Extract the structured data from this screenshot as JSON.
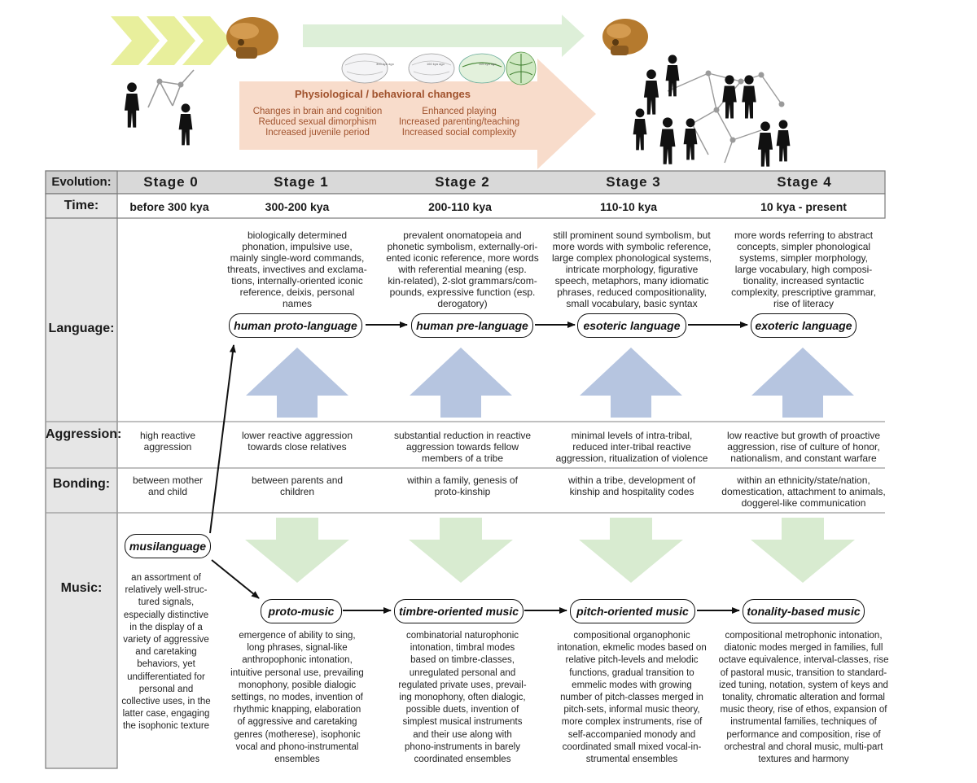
{
  "colors": {
    "header_bg": "#d9d9d9",
    "rowlabel_bg": "#e6e6e6",
    "blue_arrow": "#b6c5e0",
    "green_arrow": "#d8ebd0",
    "top_green": "#ddefd8",
    "chevron": "#e8ef9c",
    "peach": "#f8dccb",
    "phys_text": "#a0522d",
    "figure": "#111111"
  },
  "icons": [
    "skull-icon",
    "brain-scans-icon",
    "human-silhouette-icon",
    "network-icon"
  ],
  "phys": {
    "title": "Physiological / behavioral changes",
    "left": [
      "Changes in brain and cognition",
      "Reduced sexual dimorphism",
      "Increased juvenile period"
    ],
    "right": [
      "Enhanced playing",
      "Increased parenting/teaching",
      "Increased social complexity"
    ]
  },
  "brain_labels": [
    "300 kya ago",
    "160 kya ago",
    "115 kya ago"
  ],
  "row_labels": {
    "evolution": "Evolution:",
    "time": "Time:",
    "language": "Language:",
    "aggression": "Aggression:",
    "bonding": "Bonding:",
    "music": "Music:"
  },
  "stages": [
    "Stage 0",
    "Stage 1",
    "Stage 2",
    "Stage 3",
    "Stage 4"
  ],
  "times": [
    "before 300 kya",
    "300-200 kya",
    "200-110 kya",
    "110-10 kya",
    "10 kya - present"
  ],
  "language": {
    "s1": [
      "biologically determined",
      "phonation, impulsive use,",
      "mainly single-word commands,",
      "threats, invectives and exclama-",
      "tions, internally-oriented iconic",
      "reference, deixis, personal",
      "names"
    ],
    "s2": [
      "prevalent onomatopeia and",
      "phonetic symbolism, externally-ori-",
      "ented iconic reference, more words",
      "with referential meaning (esp.",
      "kin-related), 2-slot grammars/com-",
      "pounds, expressive function (esp.",
      "derogatory)"
    ],
    "s3": [
      "still prominent sound symbolism, but",
      "more words with symbolic reference,",
      "large complex phonological systems,",
      "intricate morphology, figurative",
      "speech, metaphors, many idiomatic",
      "phrases, reduced  compositionality,",
      "small vocabulary, basic syntax"
    ],
    "s4": [
      "more words referring to abstract",
      "concepts, simpler phonological",
      "systems, simpler morphology,",
      "large vocabulary, high composi-",
      "tionality, increased syntactic",
      "complexity, prescriptive grammar,",
      "rise of literacy"
    ],
    "pills": [
      "human proto-language",
      "human pre-language",
      "esoteric language",
      "exoteric language"
    ]
  },
  "aggression": {
    "s0": [
      "high reactive",
      "aggression"
    ],
    "s1": [
      "lower reactive aggression",
      "towards close relatives"
    ],
    "s2": [
      "substantial reduction in reactive",
      "aggression towards fellow",
      "members of a tribe"
    ],
    "s3": [
      "minimal levels of intra-tribal,",
      "reduced inter-tribal reactive",
      "aggression, ritualization of violence"
    ],
    "s4": [
      "low reactive but growth of proactive",
      "aggression, rise of culture of honor,",
      "nationalism, and constant warfare"
    ]
  },
  "bonding": {
    "s0": [
      "between mother",
      "and child"
    ],
    "s1": [
      "between parents and",
      "children"
    ],
    "s2": [
      "within a family, genesis of",
      "proto-kinship"
    ],
    "s3": [
      "within a tribe, development of",
      "kinship and hospitality codes"
    ],
    "s4": [
      "within an ethnicity/state/nation,",
      "domestication, attachment to animals,",
      "doggerel-like communication"
    ]
  },
  "music": {
    "musilanguage": "musilanguage",
    "pills": [
      "proto-music",
      "timbre-oriented music",
      "pitch-oriented music",
      "tonality-based music"
    ],
    "s0": [
      "an assortment of",
      "relatively well-struc-",
      "tured signals,",
      "especially distinctive",
      "in the display of a",
      "variety of aggressive",
      "and caretaking",
      "behaviors, yet",
      "undifferentiated for",
      "personal and",
      "collective uses, in the",
      "latter case, engaging",
      "the isophonic texture"
    ],
    "s1": [
      "emergence of ability to sing,",
      "long phrases, signal-like",
      "anthropophonic intonation,",
      "intuitive personal use, prevailing",
      "monophony, posible dialogic",
      "settings, no modes, invention of",
      "rhythmic knapping, elaboration",
      "of aggressive and caretaking",
      "genres (motherese), isophonic",
      "vocal and phono-instrumental",
      "ensembles"
    ],
    "s2": [
      "combinatorial naturophonic",
      "intonation, timbral modes",
      "based on timbre-classes,",
      "unregulated personal and",
      "regulated private uses, prevail-",
      "ing monophony, often dialogic,",
      "possible duets, invention of",
      "simplest musical instruments",
      "and their use along with",
      "phono-instruments in barely",
      "coordinated ensembles"
    ],
    "s3": [
      "compositional organophonic",
      "intonation, ekmelic modes based on",
      "relative pitch-levels and melodic",
      "functions, gradual transition to",
      "emmelic modes with growing",
      "number of pitch-classes merged in",
      "pitch-sets, informal music theory,",
      "more complex instruments, rise of",
      "self-accompanied monody and",
      "coordinated small mixed vocal-in-",
      "strumental  ensembles"
    ],
    "s4": [
      "compositional metrophonic intonation,",
      "diatonic modes merged in families, full",
      "octave equivalence, interval-classes, rise",
      "of pastoral music, transition to standard-",
      "ized tuning, notation, system of keys and",
      "tonality, chromatic alteration and formal",
      "music theory,  rise of ethos, expansion of",
      "instrumental families, techniques of",
      "performance and composition, rise of",
      "orchestral and choral music, multi-part",
      "textures and harmony"
    ]
  }
}
